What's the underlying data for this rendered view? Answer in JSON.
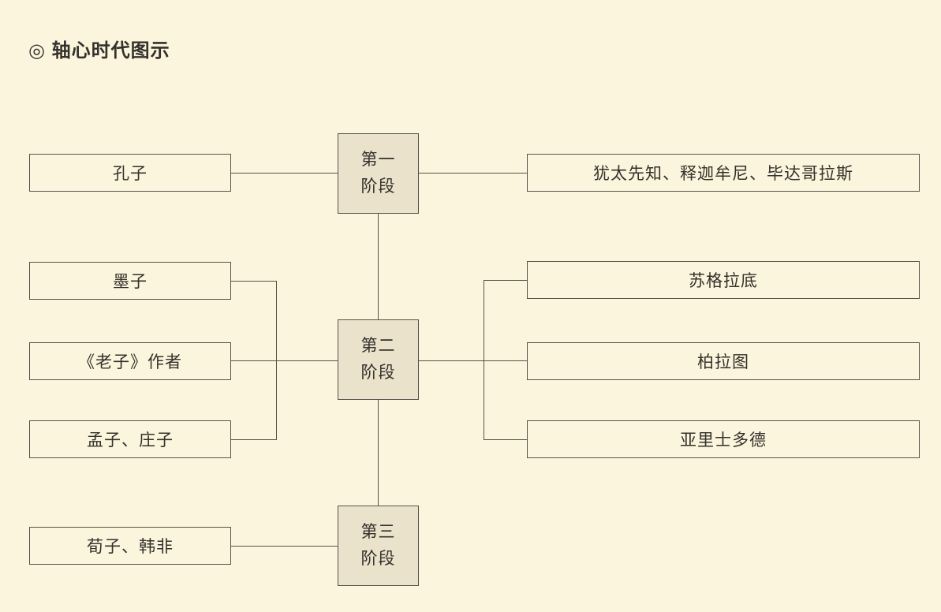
{
  "page": {
    "title": "◎ 轴心时代图示"
  },
  "colors": {
    "background": "#fcf5dd",
    "box_border": "#56524a",
    "stage_fill": "#ebe2cc",
    "line": "#56524a",
    "text": "#33312b"
  },
  "diagram": {
    "stages": [
      {
        "label": "第一\n阶段"
      },
      {
        "label": "第二\n阶段"
      },
      {
        "label": "第三\n阶段"
      }
    ],
    "left_boxes": [
      {
        "label": "孔子"
      },
      {
        "label": "墨子"
      },
      {
        "label": "《老子》作者"
      },
      {
        "label": "孟子、庄子"
      },
      {
        "label": "荀子、韩非"
      }
    ],
    "right_boxes": [
      {
        "label": "犹太先知、释迦牟尼、毕达哥拉斯"
      },
      {
        "label": "苏格拉底"
      },
      {
        "label": "柏拉图"
      },
      {
        "label": "亚里士多德"
      }
    ]
  }
}
